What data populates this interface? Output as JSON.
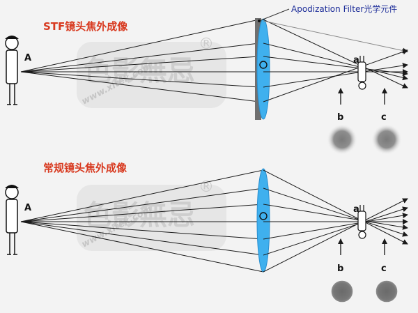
{
  "panels": [
    {
      "title": "STF镜头焦外成像",
      "filter_label": "Apodization Filter光学元件",
      "object_label": "A",
      "focus_label": "a",
      "plane_b_label": "b",
      "plane_c_label": "c",
      "bokeh_style": "soft"
    },
    {
      "title": "常规镜头焦外成像",
      "object_label": "A",
      "focus_label": "a",
      "plane_b_label": "b",
      "plane_c_label": "c",
      "bokeh_style": "hard"
    }
  ],
  "watermark": {
    "logo": "色影無忌",
    "url": "www.xitek.com",
    "mark": "®"
  },
  "colors": {
    "lens": "#3fb0ee",
    "lens_edge": "#2a8fd0",
    "filter": "#6f6f6f",
    "ray": "#1a1a1a",
    "title": "#d8391f",
    "callout": "#1f2f9a"
  }
}
